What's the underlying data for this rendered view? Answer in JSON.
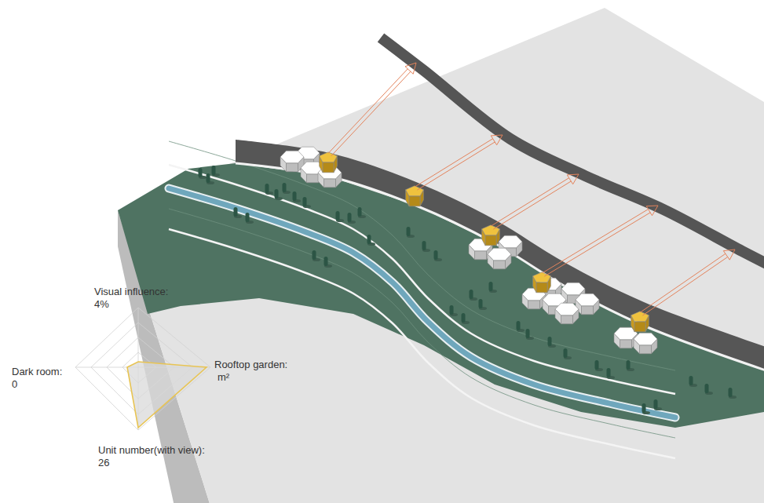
{
  "diagram": {
    "labels": [
      "Visual influence:",
      "4%",
      "Rooftop garden:",
      "m²",
      "Dark room:",
      "0",
      "Unit number(with view):",
      "26"
    ]
  }
}
